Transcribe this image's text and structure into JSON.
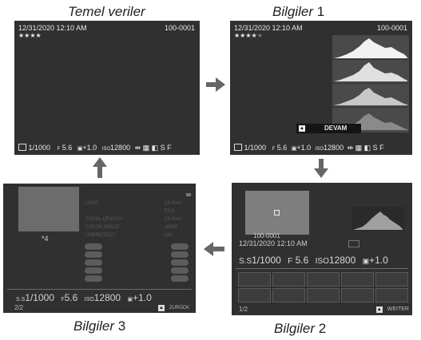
{
  "captions": {
    "top_left": {
      "word": "Temel veriler",
      "num": ""
    },
    "top_right": {
      "word": "Bilgiler",
      "num": "1"
    },
    "bottom_right": {
      "word": "Bilgiler",
      "num": "2"
    },
    "bottom_left": {
      "word": "Bilgiler",
      "num": "3"
    }
  },
  "screen1": {
    "datetime": "12/31/2020 12:10 AM",
    "frame": "100-0001",
    "rating": "★★★★",
    "shutter": "1/1000",
    "f_prefix": "F",
    "aperture": "5.6",
    "ev": "+1.0",
    "iso_prefix": "ISO",
    "iso": "12800",
    "icons": "⇹ ▦ ◧ S F"
  },
  "screen2": {
    "datetime": "12/31/2020 12:10 AM",
    "frame": "100-0001",
    "rating": "★★★★",
    "rating_dim": "★",
    "devam": "DEVAM",
    "shutter": "1/1000",
    "f_prefix": "F",
    "aperture": "5.6",
    "ev": "+1.0",
    "iso_prefix": "ISO",
    "iso": "12800",
    "icons": "⇹ ▦ ◧ S F"
  },
  "screen3": {
    "frame": "100-0001",
    "datetime": "12/31/2020 12:10 AM",
    "ss_prefix": "S.S",
    "shutter": "1/1000",
    "f_prefix": "F",
    "aperture": "5.6",
    "iso_prefix": "ISO",
    "iso": "12800",
    "ev": "+1.0",
    "page": "1/2",
    "weiter": "WEITER"
  },
  "screen4": {
    "rating": "*4",
    "info_labels": [
      "LENS",
      "",
      "FOCAL LENGTH",
      "COLOR SPACE",
      "UNPROTECT"
    ],
    "info_values": [
      "23.0mm",
      "F5.6",
      "23.0mm",
      "sRGB",
      "ON"
    ],
    "ss_prefix": "S.S",
    "shutter": "1/1000",
    "f_prefix": "F",
    "aperture": "5.6",
    "iso_prefix": "ISO",
    "iso": "12800",
    "ev": "+1.0",
    "page": "2/2",
    "zuruck": "ZURÜCK"
  }
}
